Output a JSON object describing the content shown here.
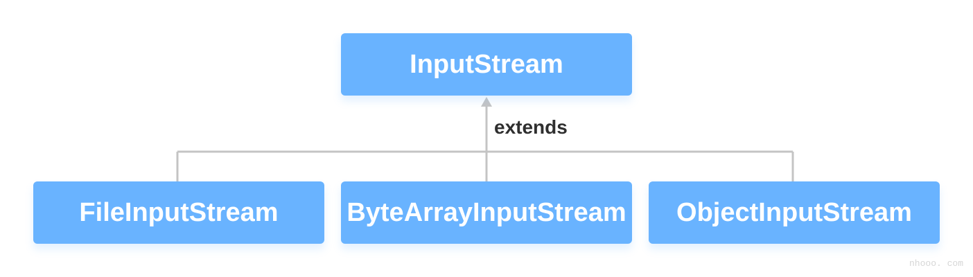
{
  "diagram": {
    "parent": {
      "label": "InputStream"
    },
    "relation": {
      "label": "extends"
    },
    "children": [
      {
        "label": "FileInputStream"
      },
      {
        "label": "ByteArrayInputStream"
      },
      {
        "label": "ObjectInputStream"
      }
    ]
  },
  "watermark": {
    "text": "nhooo. com"
  },
  "colors": {
    "box_fill": "#69b3ff",
    "box_text": "#ffffff",
    "connector": "#c4c4c4",
    "label_text": "#2f2f2f",
    "watermark": "#d6d6d6"
  }
}
